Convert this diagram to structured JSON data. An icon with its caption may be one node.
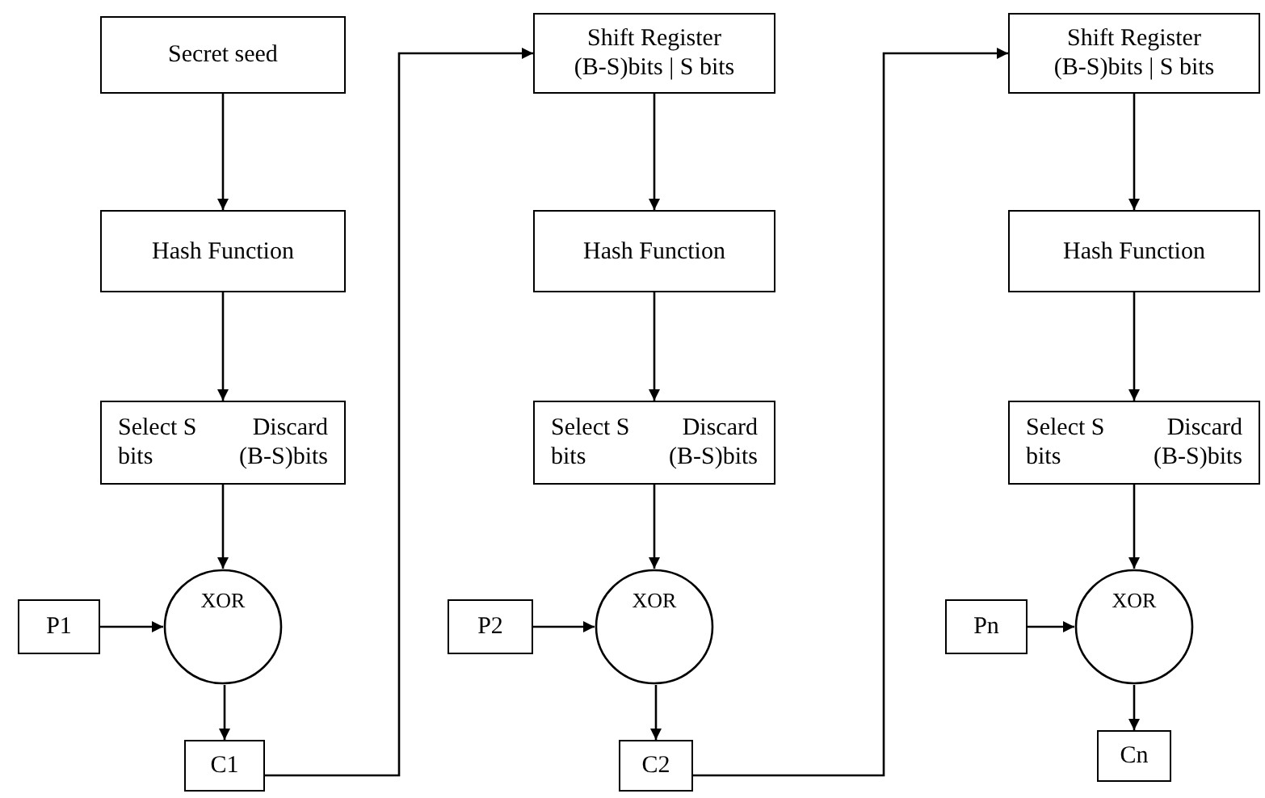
{
  "diagram": {
    "nodes": [
      {
        "text": [
          "Secret seed"
        ]
      },
      {
        "text": [
          "Hash Function"
        ]
      },
      {
        "text": [
          "Select S bits",
          "Discard (B-S)bits"
        ]
      },
      {
        "text": [
          "XOR"
        ]
      },
      {
        "text": [
          "P1"
        ]
      },
      {
        "text": [
          "C1"
        ]
      },
      {
        "text": [
          "Shift Register",
          "(B-S)bits | S bits"
        ]
      },
      {
        "text": [
          "Hash Function"
        ]
      },
      {
        "text": [
          "Select S bits",
          "Discard (B-S)bits"
        ]
      },
      {
        "text": [
          "XOR"
        ]
      },
      {
        "text": [
          "P2"
        ]
      },
      {
        "text": [
          "C2"
        ]
      },
      {
        "text": [
          "Shift Register",
          "(B-S)bits | S bits"
        ]
      },
      {
        "text": [
          "Hash Function"
        ]
      },
      {
        "text": [
          "Select S bits",
          "Discard (B-S)bits"
        ]
      },
      {
        "text": [
          "XOR"
        ]
      },
      {
        "text": [
          "Pn"
        ]
      },
      {
        "text": [
          "Cn"
        ]
      }
    ],
    "edges": [
      {
        "from": 0,
        "to": 1,
        "arrow": "to"
      },
      {
        "from": 1,
        "to": 2,
        "arrow": "to"
      },
      {
        "from": 2,
        "to": 3,
        "arrow": "to"
      },
      {
        "from": 4,
        "to": 3,
        "arrow": "to"
      },
      {
        "from": 3,
        "to": 5,
        "arrow": "to"
      },
      {
        "from": 5,
        "to": 6,
        "arrow": "to"
      },
      {
        "from": 6,
        "to": 7,
        "arrow": "to"
      },
      {
        "from": 7,
        "to": 8,
        "arrow": "to"
      },
      {
        "from": 8,
        "to": 9,
        "arrow": "to"
      },
      {
        "from": 10,
        "to": 9,
        "arrow": "to"
      },
      {
        "from": 9,
        "to": 11,
        "arrow": "to"
      },
      {
        "from": 11,
        "to": 12,
        "arrow": "to"
      },
      {
        "from": 12,
        "to": 13,
        "arrow": "to"
      },
      {
        "from": 13,
        "to": 14,
        "arrow": "to"
      },
      {
        "from": 14,
        "to": 15,
        "arrow": "to"
      },
      {
        "from": 16,
        "to": 15,
        "arrow": "to"
      },
      {
        "from": 15,
        "to": 17,
        "arrow": "to"
      }
    ]
  }
}
